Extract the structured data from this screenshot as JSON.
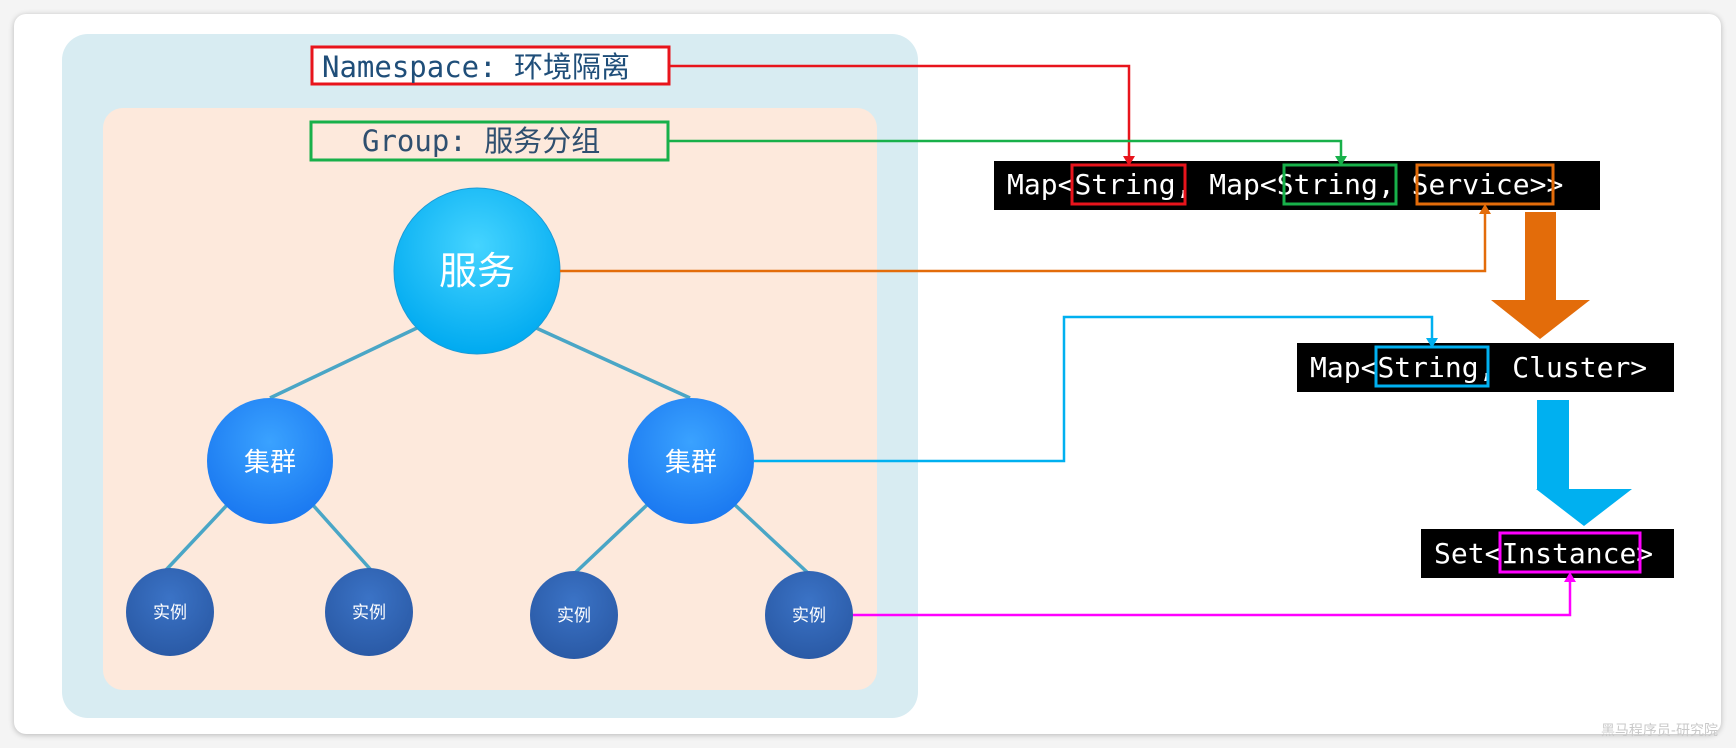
{
  "labels": {
    "namespace": "Namespace: 环境隔离",
    "group": "Group: 服务分组"
  },
  "tree": {
    "service": "服务",
    "clusters": [
      "集群",
      "集群"
    ],
    "instances": [
      "实例",
      "实例",
      "实例",
      "实例"
    ]
  },
  "types": {
    "map_outer": {
      "prefix": "Map<",
      "key": "String",
      "mid": ", Map<",
      "key2": "String",
      "comma": ", ",
      "value": "Service",
      "suffix": ">>"
    },
    "map_cluster": {
      "prefix": "Map<",
      "key": "String",
      "suffix": ", Cluster>"
    },
    "set_instance": {
      "prefix": "Set<",
      "value": "Instance",
      "suffix": ">"
    }
  },
  "colors": {
    "namespace_bg": "#d8ecf2",
    "group_bg": "#fde9dc",
    "red": "#e8141c",
    "green": "#18b04a",
    "orange": "#e36c0a",
    "blue": "#00b0f0",
    "magenta": "#ff00ff",
    "tree_line": "#4aa6c6"
  },
  "watermark": "黑马程序员-研究院"
}
